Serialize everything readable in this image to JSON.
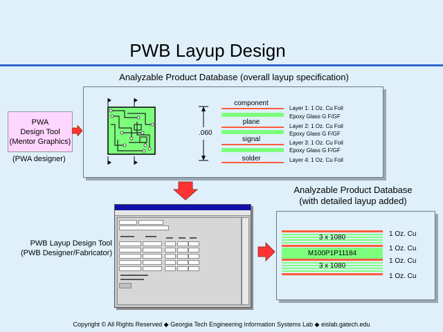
{
  "title": "PWB Layup Design",
  "top_caption": "Analyzable Product Database (overall layup specification)",
  "pwa_tool": {
    "line1": "PWA",
    "line2": "Design Tool",
    "line3": "(Mentor Graphics)"
  },
  "pwa_designer": "(PWA designer)",
  "thickness": ".060",
  "layers": [
    "component",
    "plane",
    "signal",
    "solder"
  ],
  "layer_specs": [
    "Layer 1: 1 Oz. Cu Foil",
    "Epoxy Glass G F/GF",
    "Layer 2: 1 Oz. Cu Foil",
    "Epoxy Glass G F/GF",
    "Layer 3: 1 Oz. Cu Foil",
    "Epoxy Glass G F/GF",
    "Layer 4: 1 Oz. Cu Foil"
  ],
  "detail_caption": {
    "line1": "Analyzable Product Database",
    "line2": "(with detailed layup added)"
  },
  "tool_caption": {
    "line1": "PWB Layup Design Tool",
    "line2": "(PWB Designer/Fabricator)"
  },
  "detail_layers": {
    "glass1": "3 x 1080",
    "core": "M100P1P11184",
    "glass2": "3 x 1080"
  },
  "cu_labels": [
    "1 Oz. Cu",
    "1 Oz. Cu",
    "1 Oz. Cu",
    "1 Oz. Cu"
  ],
  "footer": "Copyright © All Rights Reserved  ◆  Georgia Tech Engineering Information Systems Lab ◆ eislab.gatech.edu",
  "colors": {
    "accent": "#3366cc",
    "copper": "#ff5a3c",
    "glass": "#7dff7d",
    "pwa_box": "#ffd6ff",
    "arrow": "#ff3333"
  }
}
